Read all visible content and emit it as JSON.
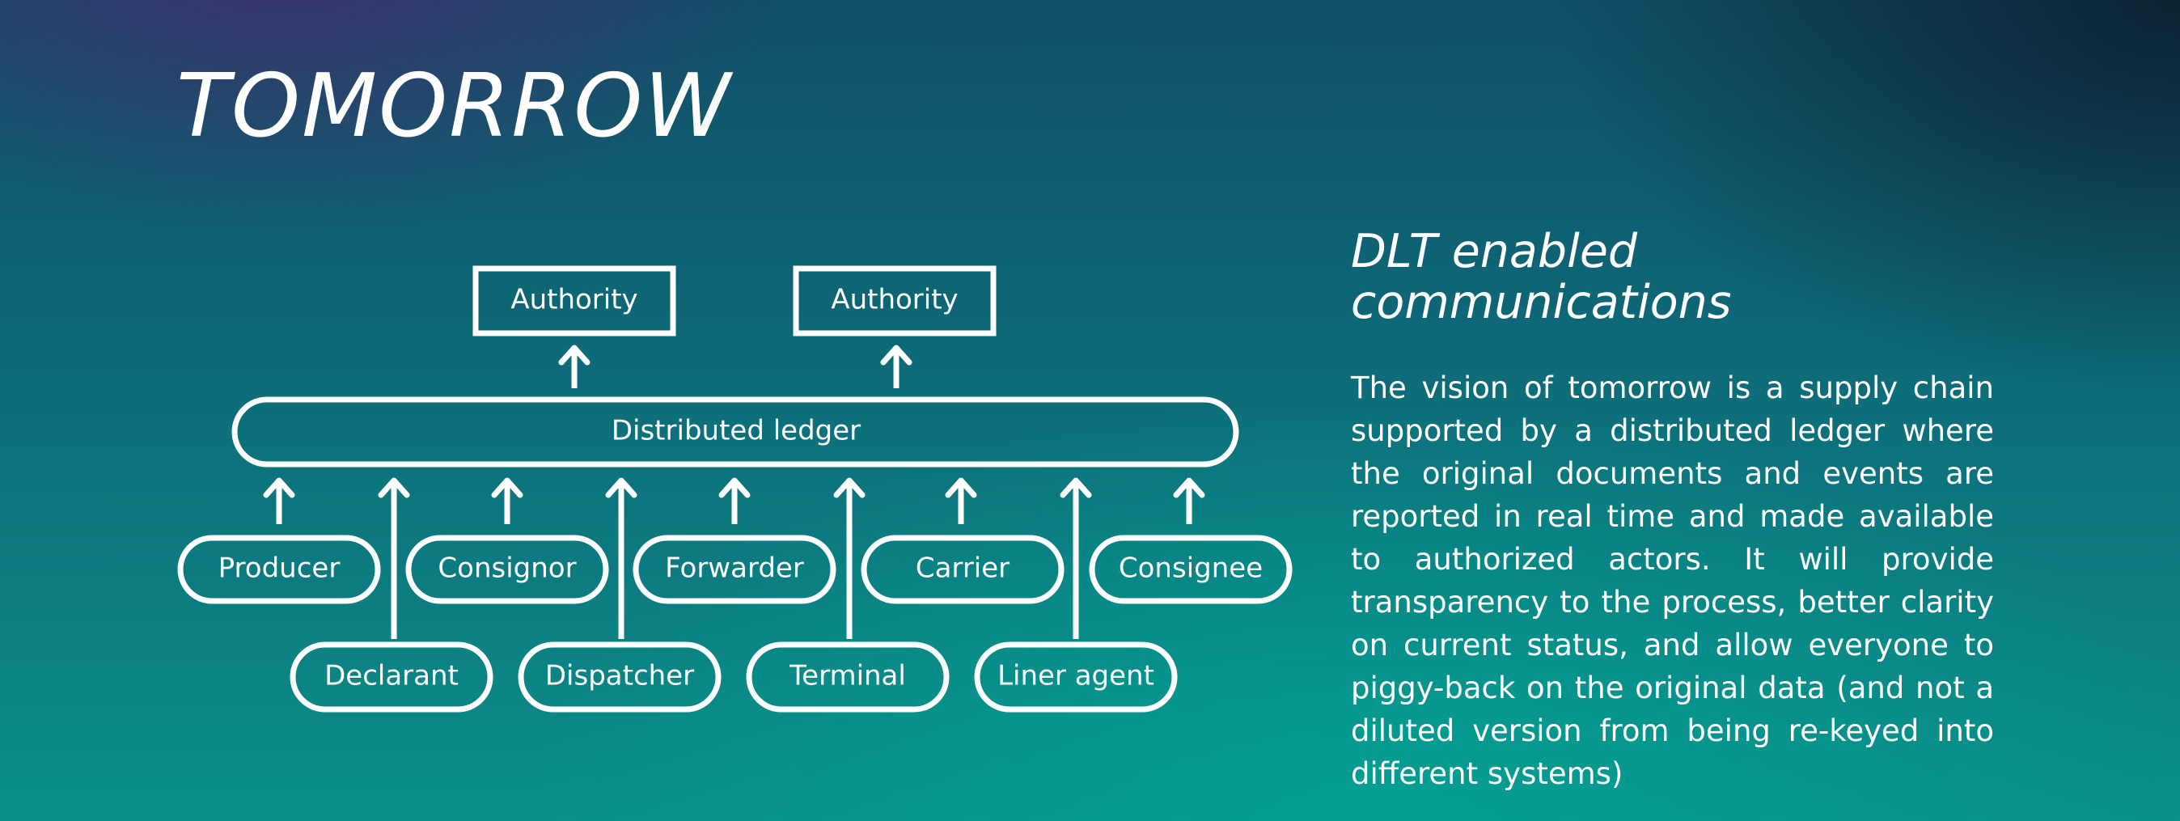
{
  "title": "TOMORROW",
  "diagram": {
    "authorities": [
      "Authority",
      "Authority"
    ],
    "ledger": "Distributed ledger",
    "top_row": [
      "Producer",
      "Consignor",
      "Forwarder",
      "Carrier",
      "Consignee"
    ],
    "bottom_row": [
      "Declarant",
      "Dispatcher",
      "Terminal",
      "Liner agent"
    ]
  },
  "side": {
    "heading": "DLT enabled communications",
    "body": "The vision of tomorrow is a supply chain supported by a distributed ledger where the original documents and events are reported in real time and made available to authorized actors. It will provide transparency to the process, better clarity on current status, and allow everyone to piggy-back on the original data (and not a diluted version from being re-keyed into different systems)"
  }
}
